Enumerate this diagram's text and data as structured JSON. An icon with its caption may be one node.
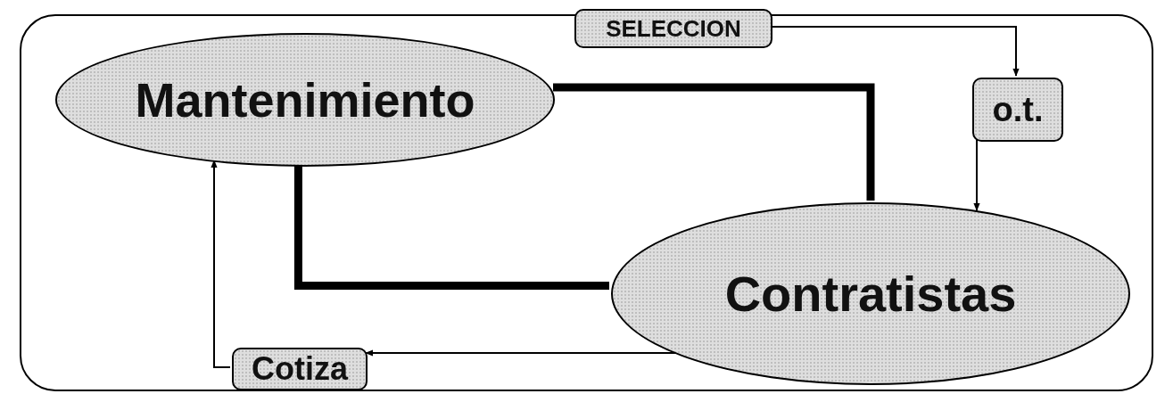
{
  "diagram": {
    "nodes": [
      {
        "text": [],
        "shape": "box"
      },
      {
        "text": [
          "Mantenimiento"
        ],
        "in": 0
      },
      {
        "text": [
          "SELECCION"
        ],
        "in": 0
      },
      {
        "text": [
          "o.t."
        ],
        "in": 0
      },
      {
        "text": [
          "Contratistas"
        ],
        "in": 0
      },
      {
        "text": [
          "Cotiza"
        ],
        "in": 0
      }
    ],
    "edges": [
      {
        "from": 1,
        "to": 4,
        "arrow": "none",
        "style": "thick"
      },
      {
        "from": 1,
        "to": 4,
        "arrow": "none",
        "style": "thick"
      },
      {
        "from": 2,
        "to": 3,
        "arrow": "to"
      },
      {
        "from": 3,
        "to": 4,
        "arrow": "to"
      },
      {
        "from": 4,
        "to": 5,
        "arrow": "to"
      },
      {
        "from": 5,
        "to": 1,
        "arrow": "to"
      }
    ]
  }
}
